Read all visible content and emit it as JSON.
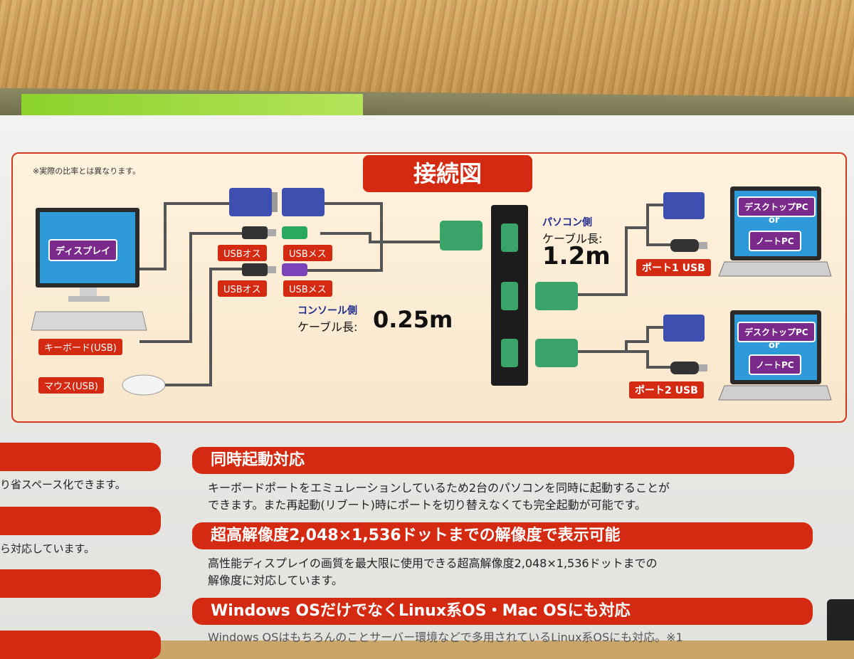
{
  "diagram": {
    "title": "接続図",
    "note": "※実際の比率とは異なります。",
    "display_label": "ディスプレイ",
    "keyboard_label": "キーボード(USB)",
    "mouse_label": "マウス(USB)",
    "connector_tags": [
      "USBオス",
      "USBメス",
      "USBオス",
      "USBメス"
    ],
    "console_side": {
      "heading": "コンソール側",
      "cable_label": "ケーブル長:",
      "length": "0.25m"
    },
    "pc_side": {
      "heading": "パソコン側",
      "cable_label": "ケーブル長:",
      "length": "1.2m"
    },
    "port1_label": "ポート1 USB",
    "port2_label": "ポート2 USB",
    "pc_label_line1": "デスクトップPC",
    "pc_label_or": "or",
    "pc_label_line2": "ノートPC"
  },
  "features": [
    {
      "title": "同時起動対応",
      "text1": "キーボードポートをエミュレーションしているため2台のパソコンを同時に起動することが",
      "text2": "できます。また再起動(リブート)時にポートを切り替えなくても完全起動が可能です。"
    },
    {
      "title": "超高解像度2,048×1,536ドットまでの解像度で表示可能",
      "text1": "高性能ディスプレイの画質を最大限に使用できる超高解像度2,048×1,536ドットまでの",
      "text2": "解像度に対応しています。"
    },
    {
      "title": "Windows OSだけでなくLinux系OS・Mac OSにも対応",
      "text1": "Windows OSはもちろんのことサーバー環境などで多用されているLinux系OSにも対応。※1"
    }
  ],
  "left_stubs": [
    "り省スペース化できます。",
    "ら対応しています。"
  ]
}
